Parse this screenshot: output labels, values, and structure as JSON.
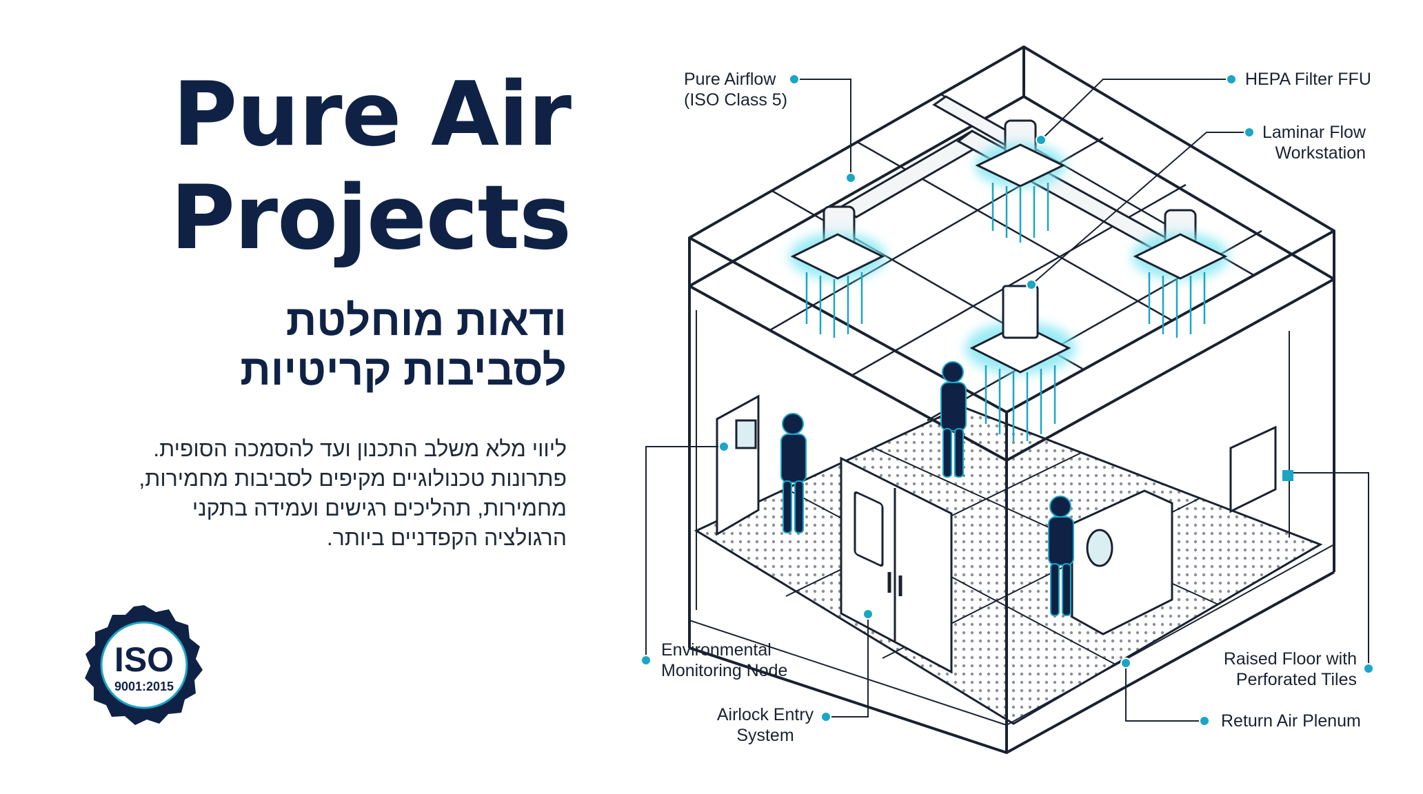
{
  "title": {
    "line1": "Pure Air",
    "line2": "Projects"
  },
  "subtitle": {
    "line1": "ודאות מוחלטת",
    "line2": "לסביבות קריטיות"
  },
  "description": {
    "line1": "ליווי מלא משלב התכנון ועד להסמכה הסופית.",
    "line2": "פתרונות טכנולוגיים מקיפים לסביבות מחמירות,",
    "line3": "מחמירות, תהליכים רגישים ועמידה בתקני",
    "line4": "הרגולציה הקפדניים ביותר."
  },
  "badge": {
    "text": "ISO",
    "standard": "9001:2015"
  },
  "callouts": {
    "pure_airflow": {
      "line1": "Pure Airflow",
      "line2": "(ISO Class 5)"
    },
    "hepa": {
      "line1": "HEPA Filter FFU"
    },
    "laminar": {
      "line1": "Laminar Flow",
      "line2": "Workstation"
    },
    "env": {
      "line1": "Environmental",
      "line2": "Monitoring Node"
    },
    "airlock": {
      "line1": "Airlock Entry",
      "line2": "System"
    },
    "raised": {
      "line1": "Raised Floor with",
      "line2": "Perforated Tiles"
    },
    "return_air": {
      "line1": "Return Air Plenum"
    }
  },
  "colors": {
    "navy": "#0f2246",
    "accent": "#1aa6c4",
    "glow": "#7fe6f2",
    "line": "#1a2230"
  }
}
